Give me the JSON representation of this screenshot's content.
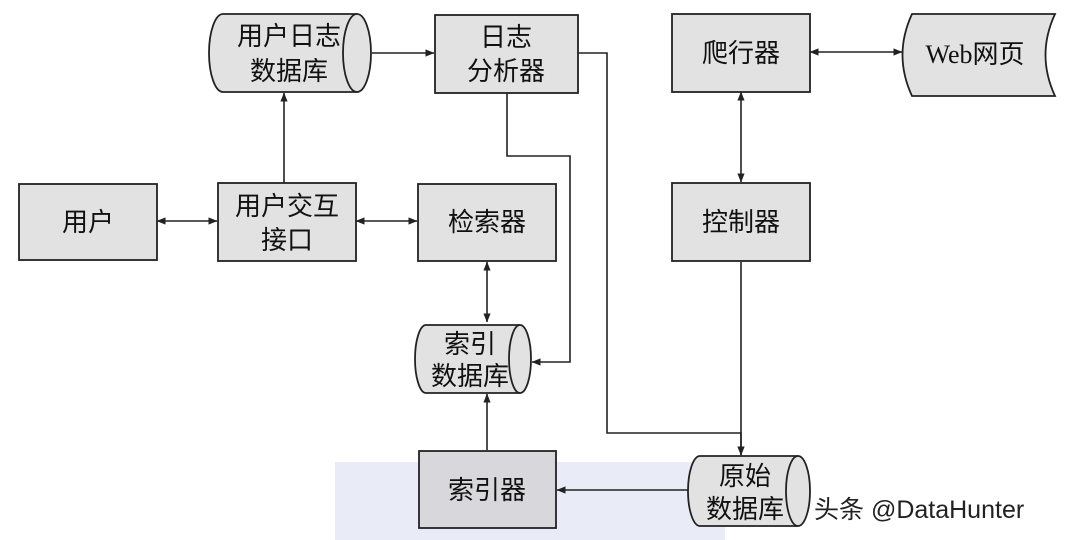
{
  "colors": {
    "box_fill": "#e2e2e2",
    "box_stroke": "#222222",
    "line": "#222222",
    "band": "#e9ecf7",
    "indexer_fill": "#d8d8dc"
  },
  "nodes": {
    "user_log_db": {
      "line1": "用户日志",
      "line2": "数据库"
    },
    "log_analyzer": {
      "line1": "日志",
      "line2": "分析器"
    },
    "crawler": {
      "label": "爬行器"
    },
    "web_pages": {
      "label": "Web网页"
    },
    "user": {
      "label": "用户"
    },
    "user_interface": {
      "line1": "用户交互",
      "line2": "接口"
    },
    "retriever": {
      "label": "检索器"
    },
    "controller": {
      "label": "控制器"
    },
    "index_db": {
      "line1": "索引",
      "line2": "数据库"
    },
    "indexer": {
      "label": "索引器"
    },
    "raw_db": {
      "line1": "原始",
      "line2": "数据库"
    }
  },
  "watermark": {
    "text": "头条 @DataHunter"
  }
}
